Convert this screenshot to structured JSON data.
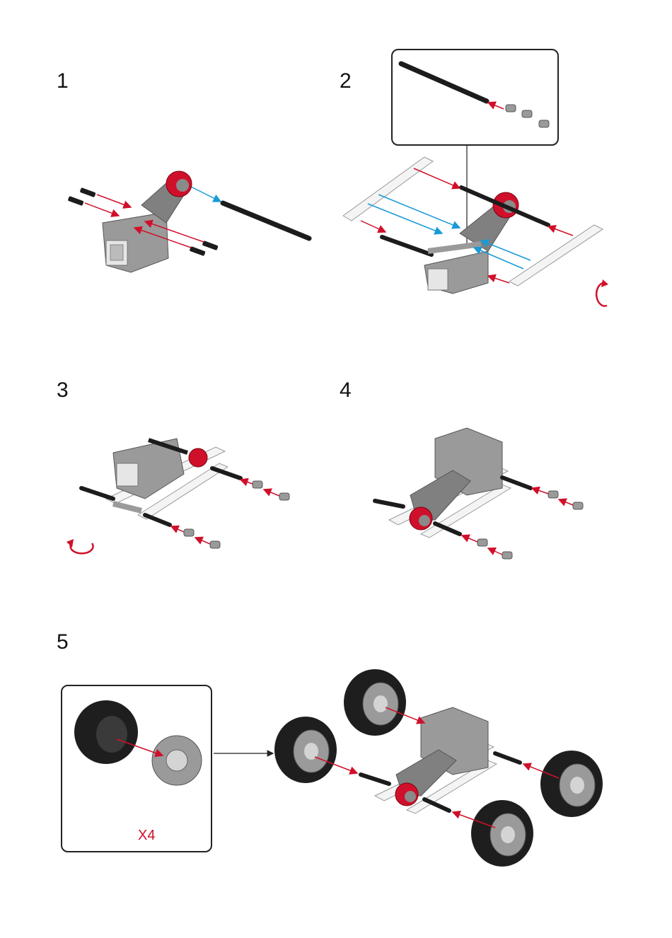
{
  "steps": [
    {
      "number": "1"
    },
    {
      "number": "2"
    },
    {
      "number": "3"
    },
    {
      "number": "4"
    },
    {
      "number": "5"
    }
  ],
  "callout_step5": {
    "multiplier": "X4"
  },
  "colors": {
    "arrow_red": "#d0102a",
    "arrow_blue": "#1a9ad6",
    "motor_gray": "#8a8a8a",
    "hub_red": "#d0102a",
    "axle_black": "#1c1c1c",
    "tire_black": "#1e1e1e",
    "beam_white": "#f4f4f4"
  },
  "icons": [
    "rotate-cw-icon",
    "rotate-ccw-icon"
  ]
}
